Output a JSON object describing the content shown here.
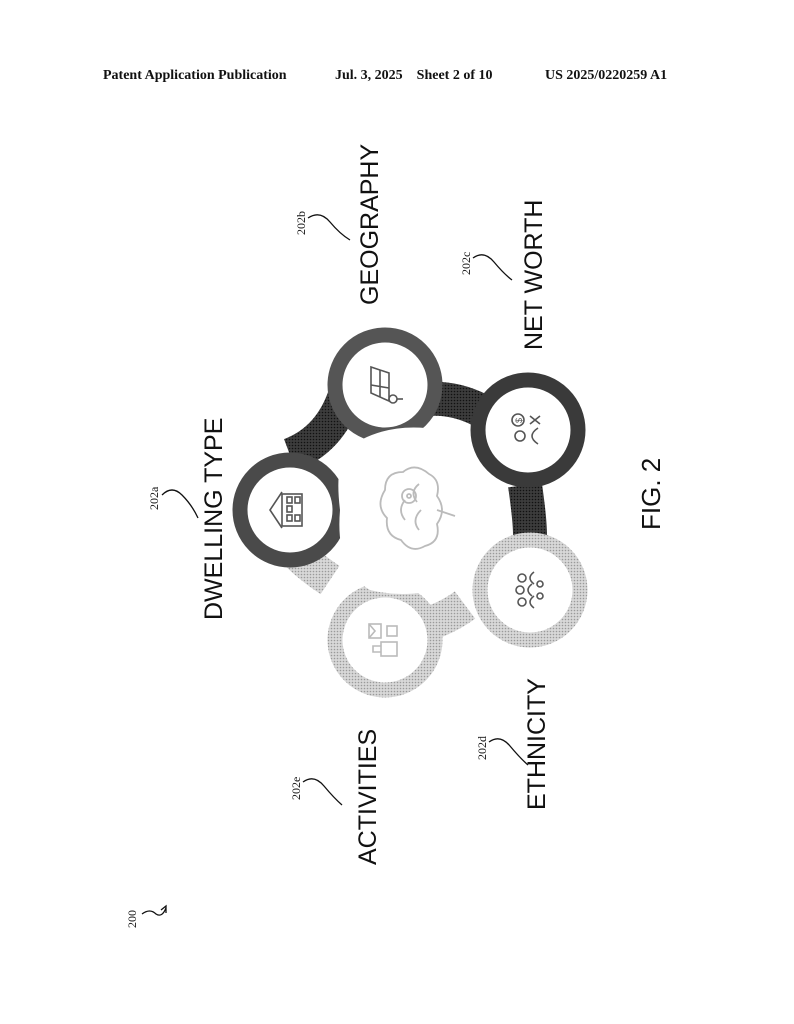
{
  "header": {
    "left": "Patent Application Publication",
    "center": "Jul. 3, 2025    Sheet 2 of 10",
    "right": "US 2025/0220259 A1"
  },
  "figure": {
    "caption": "FIG. 2",
    "ref_main": "200",
    "nodes": [
      {
        "ref": "202a",
        "label": "DWELLING TYPE",
        "icon": "house-icon",
        "color": "#4a4a4a"
      },
      {
        "ref": "202b",
        "label": "GEOGRAPHY",
        "icon": "map-pin-icon",
        "color": "#555555"
      },
      {
        "ref": "202c",
        "label": "NET WORTH",
        "icon": "money-people-icon",
        "color": "#3a3a3a"
      },
      {
        "ref": "202d",
        "label": "ETHNICITY",
        "icon": "group-people-icon",
        "color": "#a8a8a8"
      },
      {
        "ref": "202e",
        "label": "ACTIVITIES",
        "icon": "activities-icon",
        "color": "#c4c4c4"
      }
    ],
    "center_icon": "brain-cloud-icon"
  }
}
